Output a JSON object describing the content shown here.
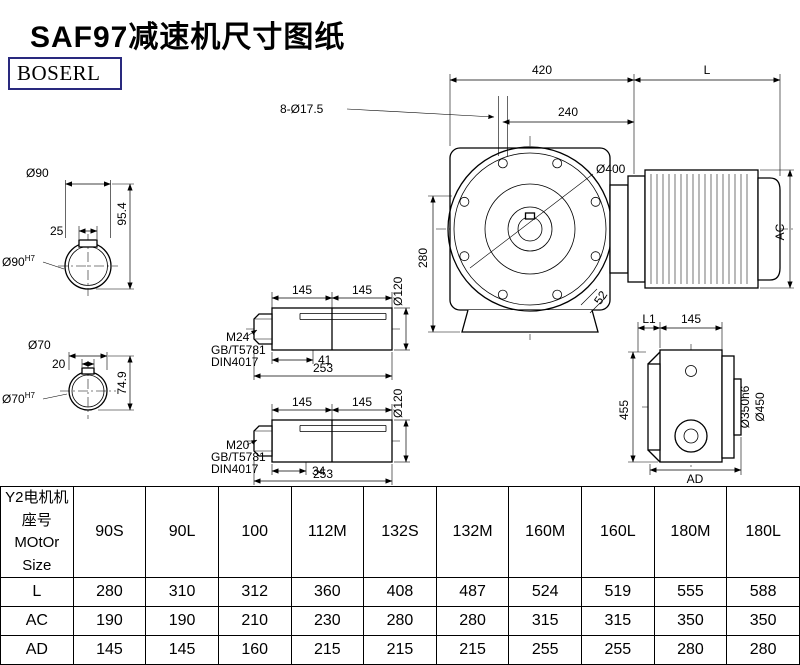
{
  "page": {
    "title": "SAF97减速机尺寸图纸",
    "logo": "BOSERL"
  },
  "main_view": {
    "dim_top_width": "420",
    "dim_motor_length": "L",
    "bolt_holes_label": "8-Ø17.5",
    "dim_hole_to_motor": "240",
    "flange_diameter": "Ø400",
    "dim_height": "280",
    "dim_corner": "52",
    "dim_motor_width": "AC"
  },
  "shaft_end_90": {
    "diameter": "Ø90",
    "dim_key_width": "25",
    "dim_key_height": "95.4",
    "bore_diameter": "Ø90",
    "bore_tolerance": "H7"
  },
  "shaft_end_70": {
    "diameter": "Ø70",
    "dim_key_width": "20",
    "dim_key_height": "74.9",
    "bore_diameter": "Ø70",
    "bore_tolerance": "H7"
  },
  "shaft_detail_m24": {
    "dim_left": "145",
    "dim_right": "145",
    "diameter": "Ø120",
    "thread": "M24",
    "standard_gb": "GB/T5781",
    "standard_din": "DIN4017",
    "dim_thread_length": "41",
    "dim_total_length": "253"
  },
  "shaft_detail_m20": {
    "dim_left": "145",
    "dim_right": "145",
    "diameter": "Ø120",
    "thread": "M20",
    "standard_gb": "GB/T5781",
    "standard_din": "DIN4017",
    "dim_thread_length": "34",
    "dim_total_length": "253"
  },
  "side_view": {
    "dim_l1": "L1",
    "dim_145": "145",
    "dim_height": "455",
    "spigot_diameter": "Ø350h6",
    "flange_diameter": "Ø450",
    "dim_ad": "AD"
  },
  "table": {
    "header_cn": "Y2电机机座号",
    "header_en": "MOtOr Size",
    "columns": [
      "90S",
      "90L",
      "100",
      "112M",
      "132S",
      "132M",
      "160M",
      "160L",
      "180M",
      "180L"
    ],
    "rows": [
      {
        "label": "L",
        "values": [
          "280",
          "310",
          "312",
          "360",
          "408",
          "487",
          "524",
          "519",
          "555",
          "588"
        ]
      },
      {
        "label": "AC",
        "values": [
          "190",
          "190",
          "210",
          "230",
          "280",
          "280",
          "315",
          "315",
          "350",
          "350"
        ]
      },
      {
        "label": "AD",
        "values": [
          "145",
          "145",
          "160",
          "215",
          "215",
          "215",
          "255",
          "255",
          "280",
          "280"
        ]
      }
    ]
  }
}
